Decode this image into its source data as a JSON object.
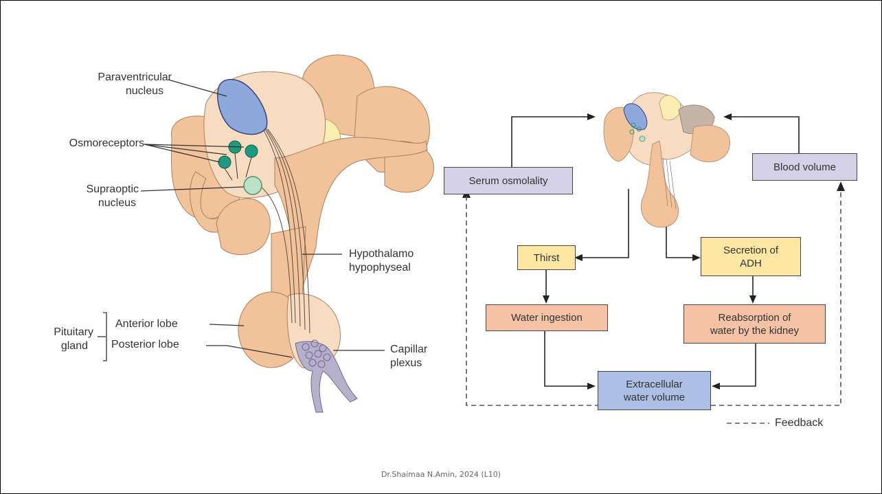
{
  "anatomy_labels": {
    "paraventricular_1": "Paraventricular",
    "paraventricular_2": "nucleus",
    "osmoreceptors": "Osmoreceptors",
    "supraoptic_1": "Supraoptic",
    "supraoptic_2": "nucleus",
    "hypothalamo_1": "Hypothalamo",
    "hypothalamo_2": "hypophyseal",
    "anterior_lobe": "Anterior lobe",
    "posterior_lobe": "Posterior lobe",
    "pituitary_1": "Pituitary",
    "pituitary_2": "gland",
    "capillary_1": "Capillar",
    "capillary_2": "plexus"
  },
  "flow_boxes": {
    "serum_osmolality": "Serum osmolality",
    "blood_volume": "Blood volume",
    "thirst": "Thirst",
    "secretion_1": "Secretion of",
    "secretion_2": "ADH",
    "water_ingestion": "Water ingestion",
    "reabsorption_1": "Reabsorption of",
    "reabsorption_2": "water by the kidney",
    "ecv_1": "Extracellular",
    "ecv_2": "water volume"
  },
  "legend": {
    "feedback": "Feedback"
  },
  "footer": "Dr.Shaimaa N.Amin, 2024 (L10)",
  "colors": {
    "tissue": "#f2c39b",
    "tissue_light": "#f7dcc2",
    "nucleus_blue": "#8fa8dc",
    "osmo_green": "#1f9a7e",
    "supraoptic_green": "#b9e3c6",
    "chiasm_yellow": "#fbeeb0",
    "box_purple": "#d5d1e6",
    "box_yellow": "#fde7a3",
    "box_pink": "#f5c2a5",
    "box_blue": "#aebfe6"
  }
}
